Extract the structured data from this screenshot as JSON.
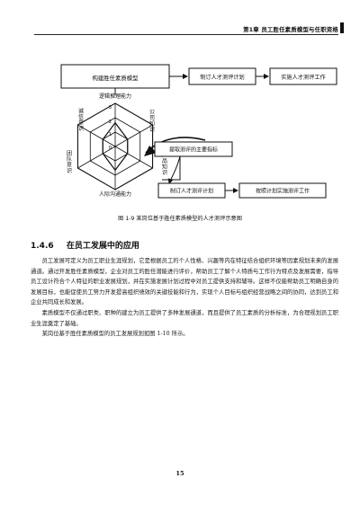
{
  "header": {
    "running_title": "第1章  员工胜任素质模型与任职资格"
  },
  "figure": {
    "flow_boxes": [
      "构建胜任素质模型",
      "制订人才测评计划",
      "实施人才测评工作"
    ],
    "radar": {
      "axis_labels": [
        "逻辑推理能力",
        "公司知识",
        "产品知识",
        "人际沟通能力",
        "团队意识",
        "诚信意识"
      ],
      "scale_labels": [
        "3",
        "2",
        "1",
        "0"
      ]
    },
    "sub_flow_boxes": [
      "提取测评的主要指标",
      "制订人才测评计划",
      "按照计划实施测评工作"
    ],
    "caption": "图 1-9   某岗位基于胜任素质模型的人才测评示意图"
  },
  "section": {
    "number": "1.4.6",
    "title": "在员工发展中的应用"
  },
  "paragraphs": [
    "员工发展可定义为员工职业生涯规划，它是根据员工的个人性格、兴趣等内在特征结合组织环境等因素规划未来的发展通道。通过开发胜任素质模型，企业对员工的胜任潜能进行评价，帮助员工了解个人特质与工作行为特点及发展需要，指导员工设计符合个人特征的职业发展规划，并在实施发展计划过程中对员工提供支持和辅导。这样不仅能帮助员工明确自身的发展目标，也能促使员工努力开发提高组织绩效的关键技能和行为，实现个人目标与组织经营战略之间的协同，达到员工和企业共同成长和发展。",
    "素质模型不仅通过职类、职种的建立为员工提供了多种发展通道，而且提供了员工素质的分析标准，为合理规划员工职业生涯奠定了基础。",
    "某岗位基于胜任素质模型的员工发展规划如图 1-10 所示。"
  ],
  "page_number": "15"
}
